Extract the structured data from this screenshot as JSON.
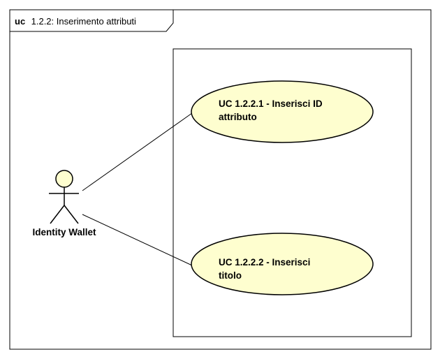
{
  "frame": {
    "keyword": "uc",
    "name": "1.2.2: Inserimento attributi"
  },
  "actor": {
    "name": "Identity Wallet"
  },
  "use_cases": [
    {
      "line1": "UC 1.2.2.1 - Inserisci ID",
      "line2": "attributo"
    },
    {
      "line1": "UC 1.2.2.2 - Inserisci",
      "line2": "titolo"
    }
  ],
  "colors": {
    "use_case_fill": "#fefecf",
    "actor_fill": "#fefecf",
    "stroke": "#000000",
    "background": "#ffffff"
  }
}
